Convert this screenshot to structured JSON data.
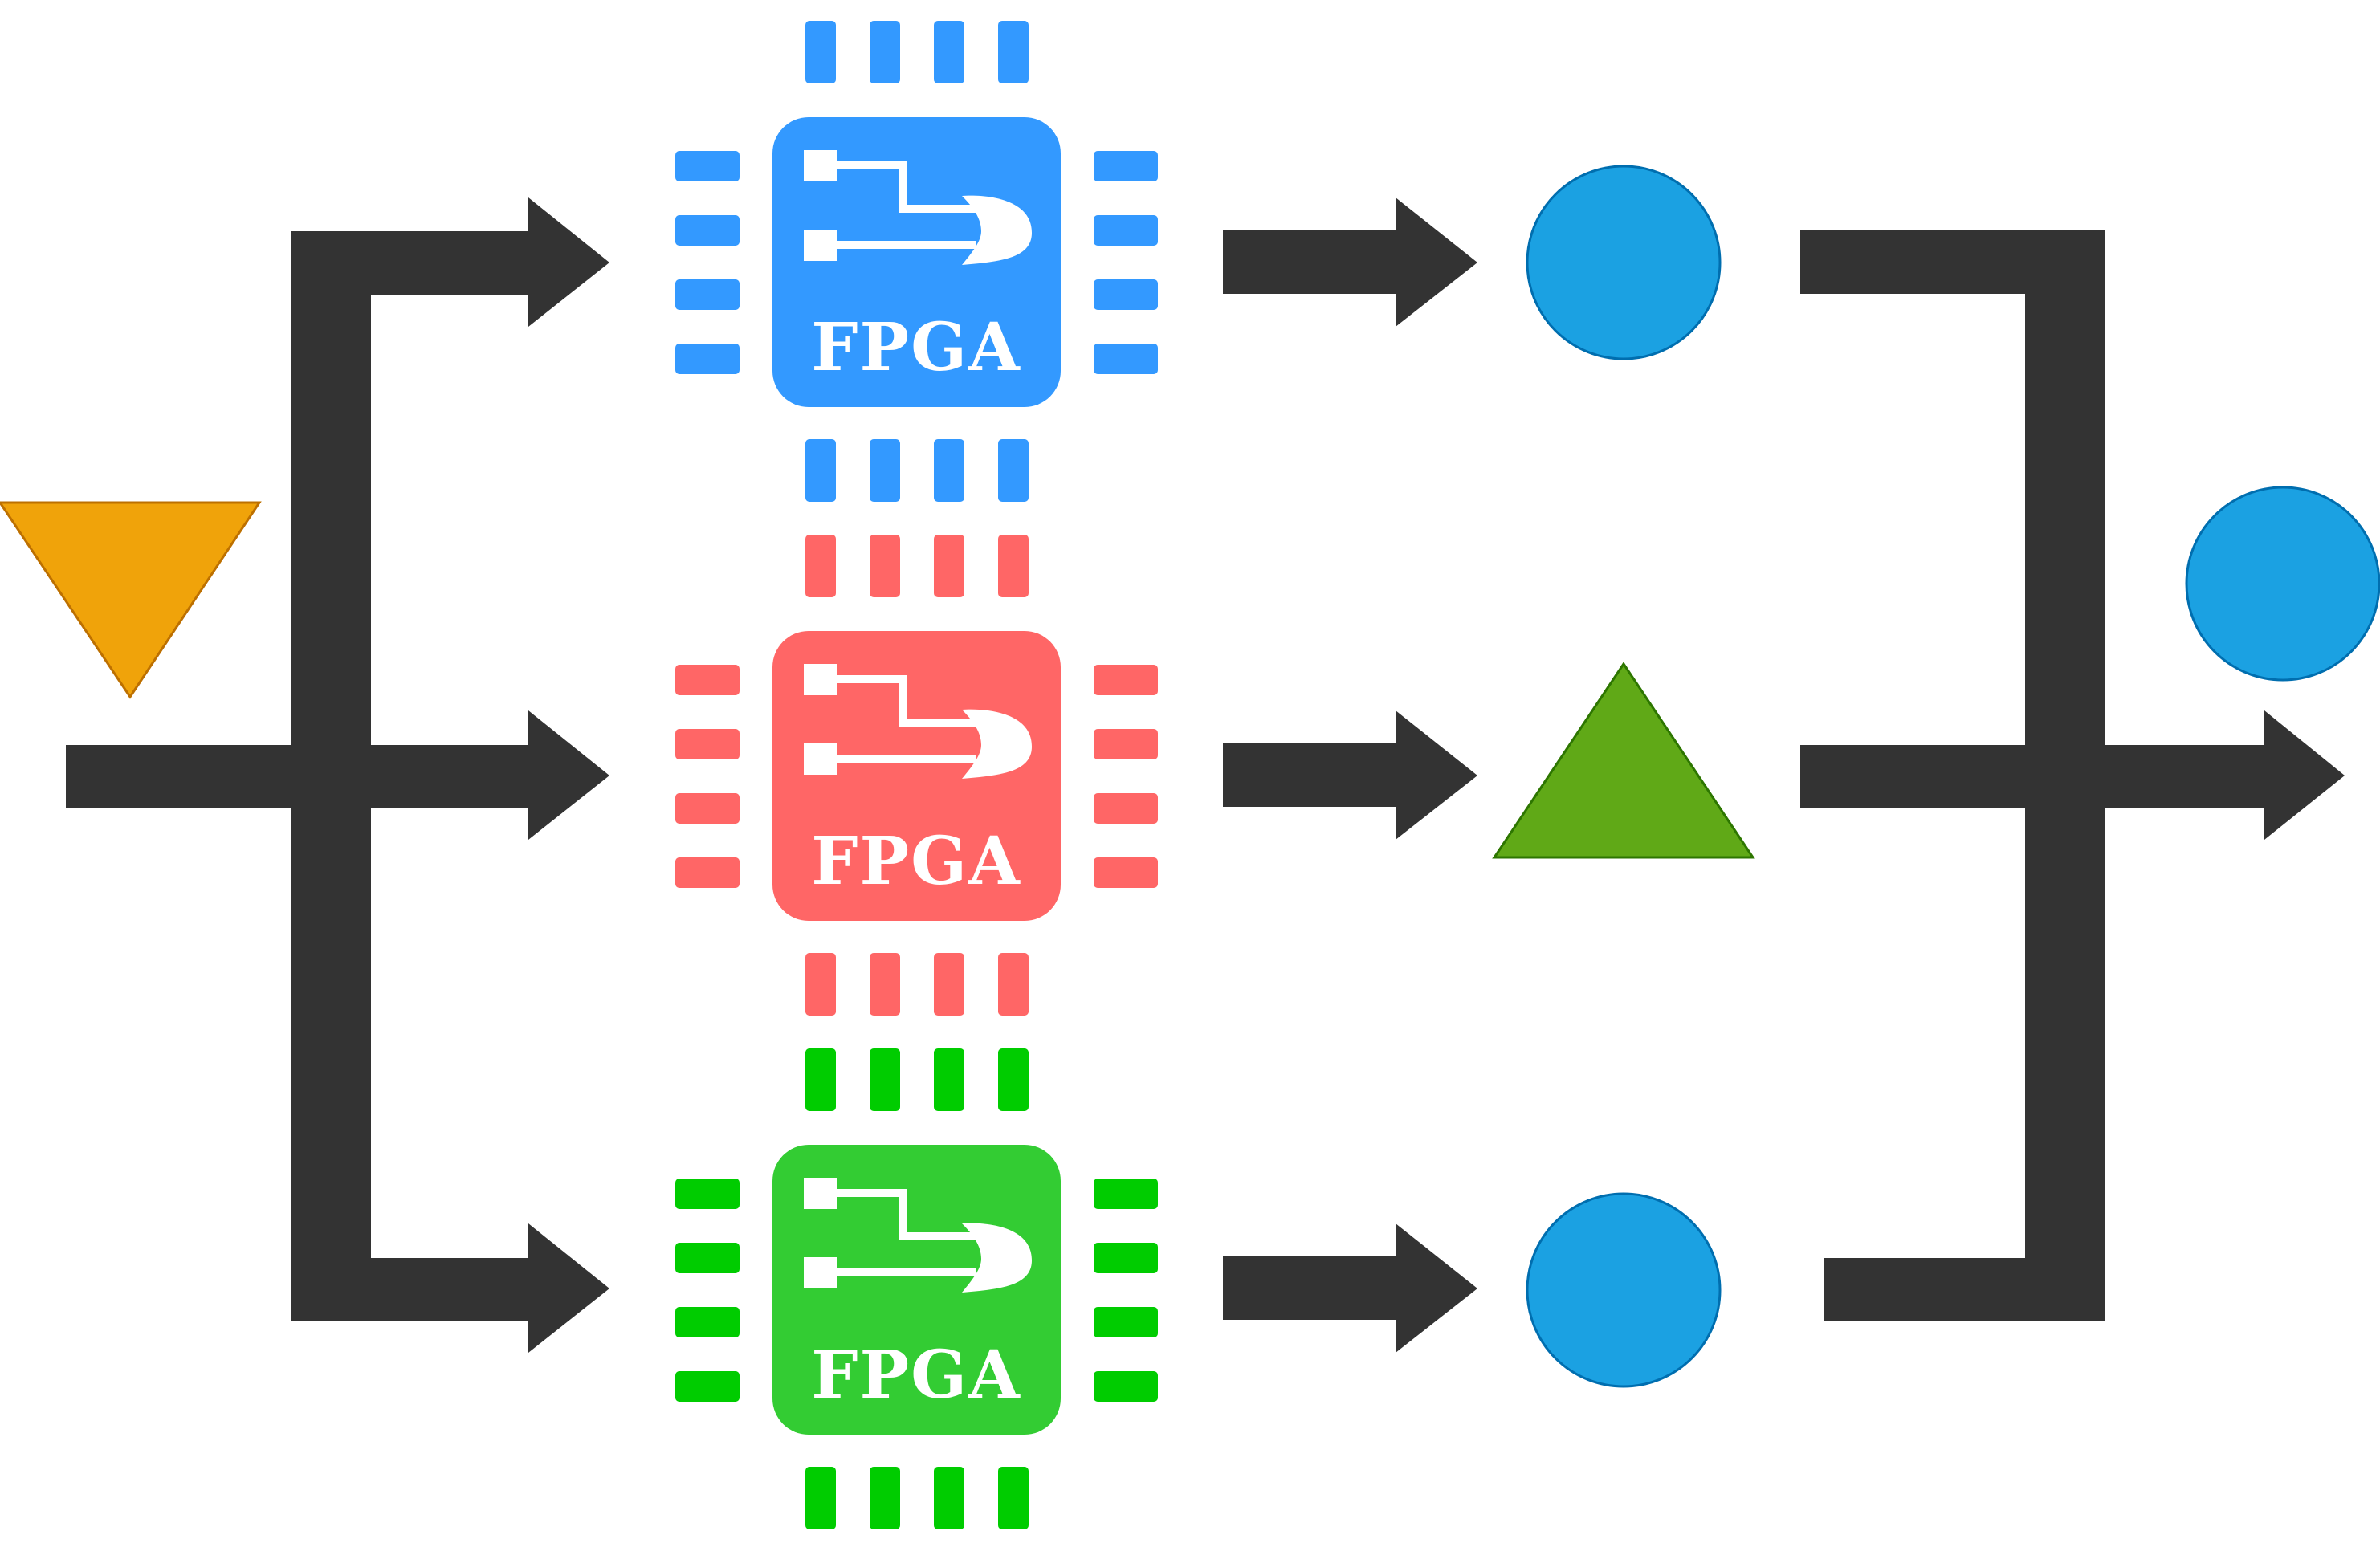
{
  "colors": {
    "connector": "#333333",
    "input_triangle": "#F0A30A",
    "input_triangle_stroke": "#BD7000",
    "output_circle": "#1BA1E2",
    "output_circle_stroke": "#006EAF",
    "output_triangle": "#60A917",
    "output_triangle_stroke": "#2D7600",
    "background": "#FFFFFF"
  },
  "chips": [
    {
      "label": "FPGA",
      "body_color": "#3399FF",
      "pin_color": "#3399FF"
    },
    {
      "label": "FPGA",
      "body_color": "#FF6666",
      "pin_color": "#FF6666"
    },
    {
      "label": "FPGA",
      "body_color": "#33CC33",
      "pin_color": "#00CC00"
    }
  ],
  "input_shape": "triangle-down",
  "intermediate_outputs": [
    "circle",
    "triangle-up",
    "circle"
  ],
  "final_output": "circle",
  "icons": [
    "logic-gate-icon",
    "logic-gate-icon",
    "logic-gate-icon"
  ]
}
